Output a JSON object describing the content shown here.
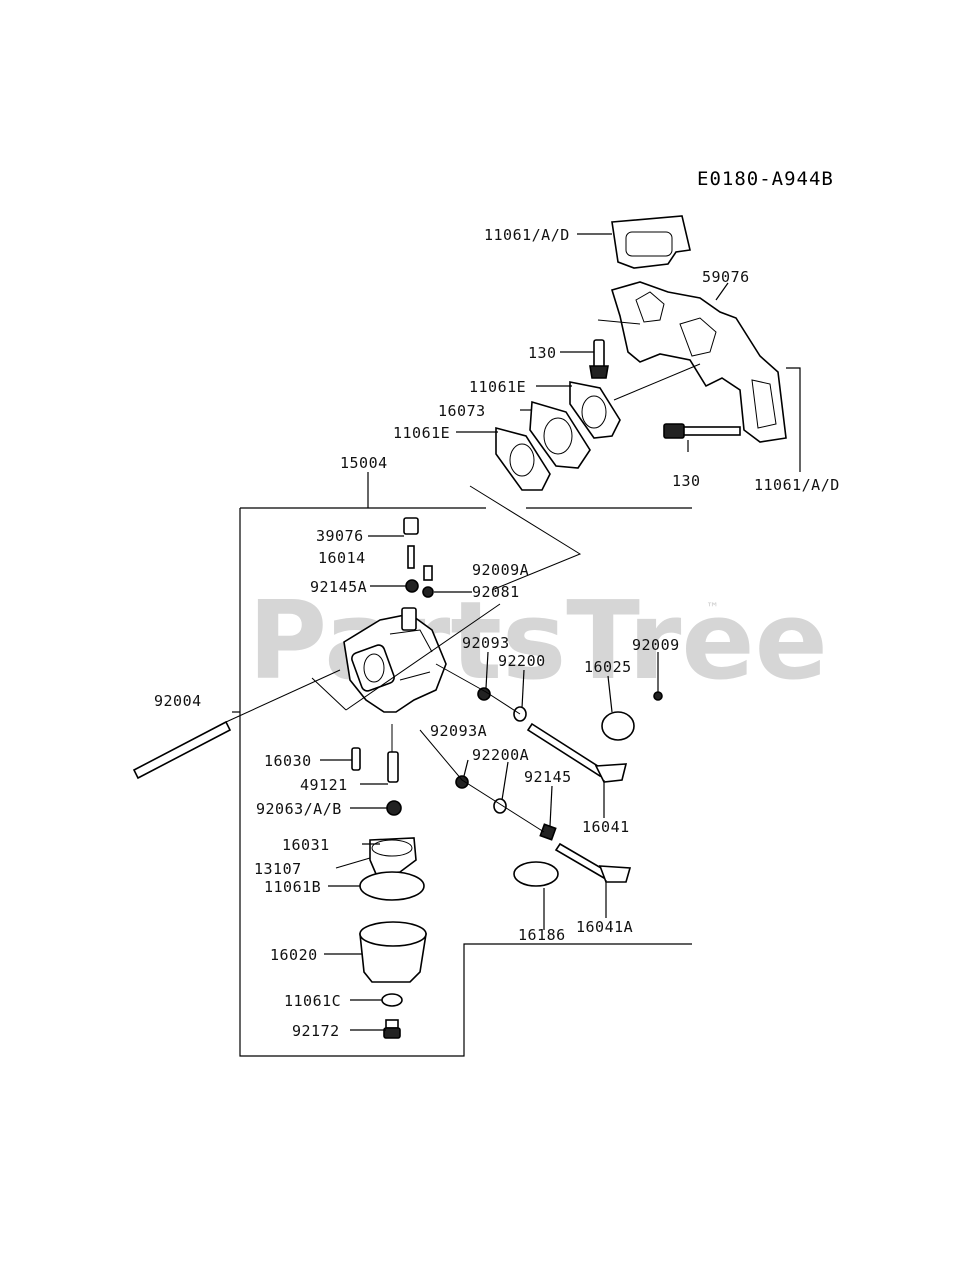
{
  "diagram_code": "E0180-A944B",
  "watermark": {
    "text": "PartsTree",
    "trademark": "™"
  },
  "labels": {
    "p11061AD_top": "11061/A/D",
    "p59076": "59076",
    "p130_top": "130",
    "p11061E_a": "11061E",
    "p16073": "16073",
    "p11061E_b": "11061E",
    "p130_bot": "130",
    "p11061AD_right": "11061/A/D",
    "p15004": "15004",
    "p39076": "39076",
    "p16014": "16014",
    "p92009A": "92009A",
    "p92145A": "92145A",
    "p92081": "92081",
    "p92093": "92093",
    "p92009": "92009",
    "p92200": "92200",
    "p16025": "16025",
    "p92004": "92004",
    "p92093A": "92093A",
    "p16030": "16030",
    "p92200A": "92200A",
    "p49121": "49121",
    "p92145": "92145",
    "p92063AB": "92063/A/B",
    "p16041": "16041",
    "p16031": "16031",
    "p13107": "13107",
    "p11061B": "11061B",
    "p16186": "16186",
    "p16041A": "16041A",
    "p16020": "16020",
    "p11061C": "11061C",
    "p92172": "92172"
  }
}
